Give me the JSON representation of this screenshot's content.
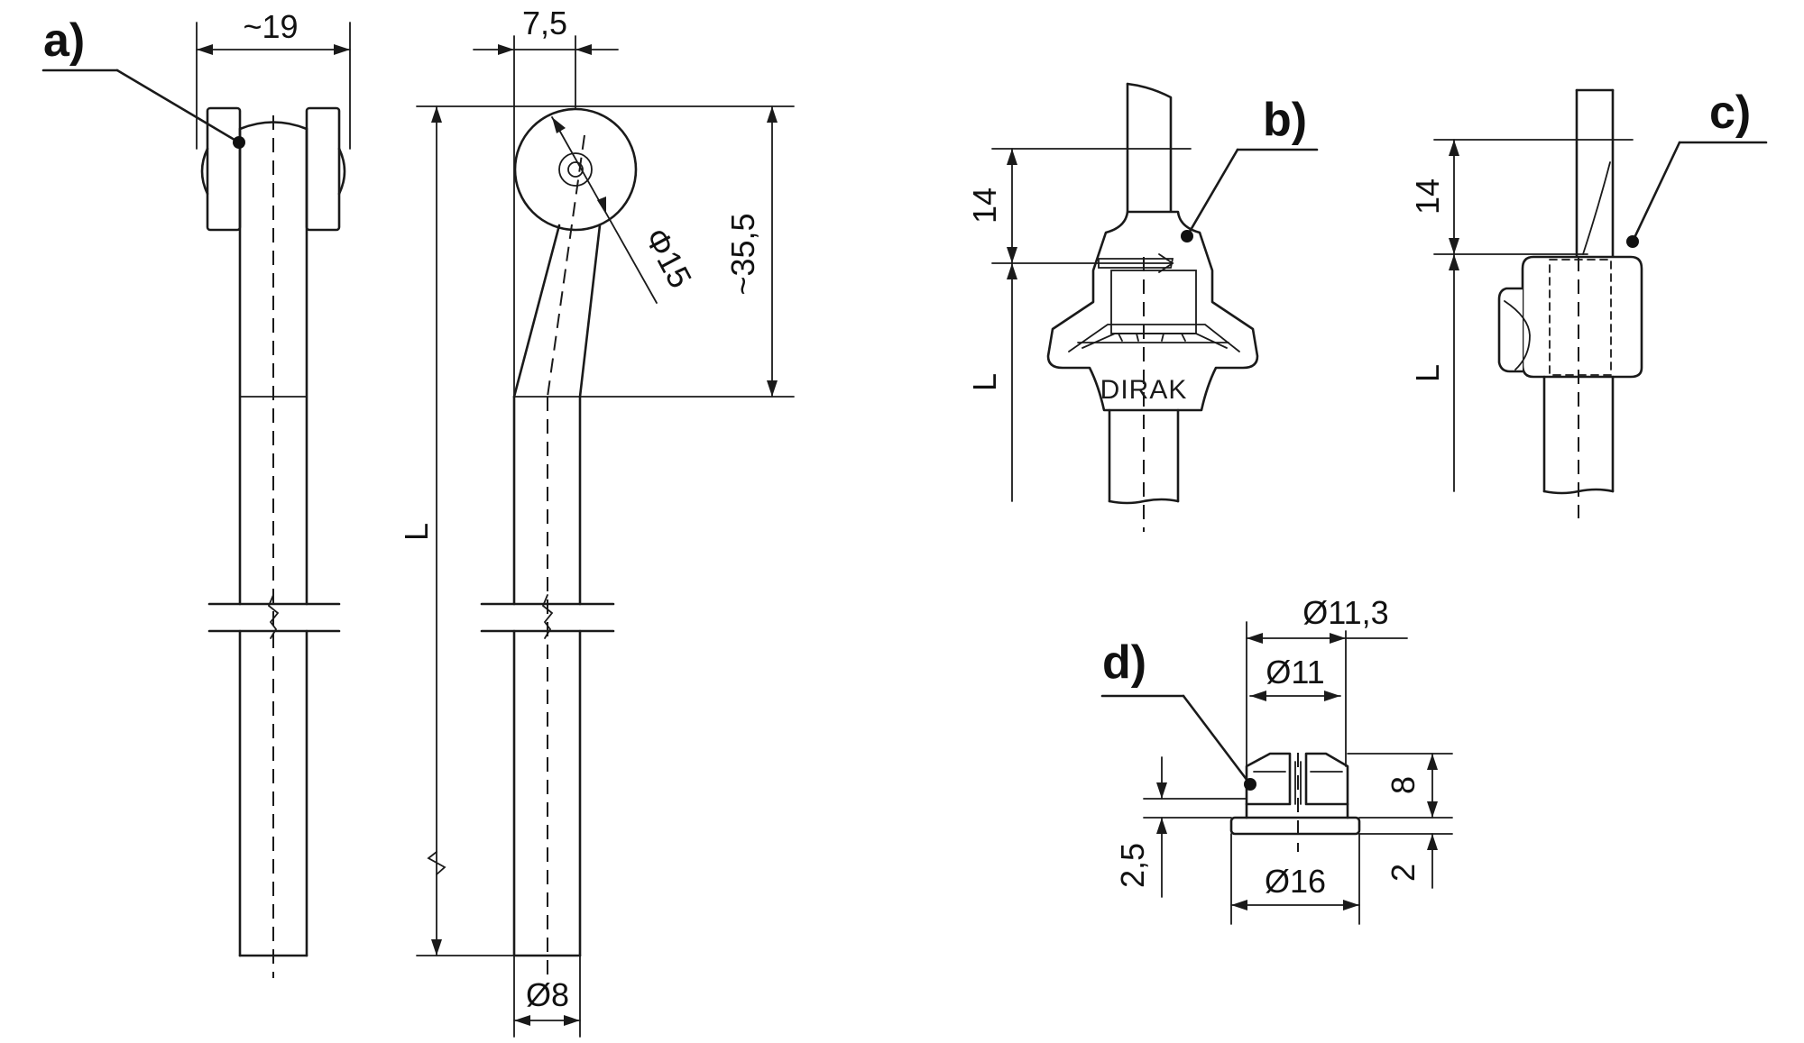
{
  "labels": {
    "a": "a)",
    "b": "b)",
    "c": "c)",
    "d": "d)"
  },
  "dimensions": {
    "width_19": "~19",
    "offset_7_5": "7,5",
    "length_L": "L",
    "height_35_5": "~35,5",
    "dia_15": "Φ15",
    "dia_8": "Ø8",
    "b_14": "14",
    "b_L": "L",
    "c_14": "14",
    "c_L": "L",
    "d_dia_11_3": "Ø11,3",
    "d_dia_11": "Ø11",
    "d_dia_16": "Ø16",
    "d_h_8": "8",
    "d_h_2": "2",
    "d_h_2_5": "2,5"
  },
  "brand": "DIRAK"
}
